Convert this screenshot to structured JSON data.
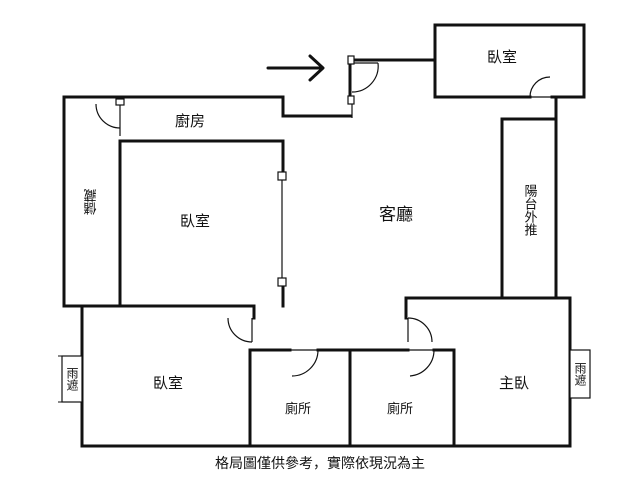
{
  "rooms": {
    "bedroom_top_right": "臥室",
    "kitchen": "廚房",
    "bedroom_center": "臥室",
    "living_room": "客廳",
    "balcony_extension": "陽台外推",
    "storage": "儲藏",
    "bedroom_lower_left": "臥室",
    "bathroom_left": "廁所",
    "bathroom_right": "廁所",
    "master_bedroom": "主臥",
    "rain_shelter_left": "雨遮",
    "rain_shelter_right": "雨遮"
  },
  "entrance_arrow": "arrow-right-icon",
  "caption": "格局圖僅供參考，實際依現況為主"
}
